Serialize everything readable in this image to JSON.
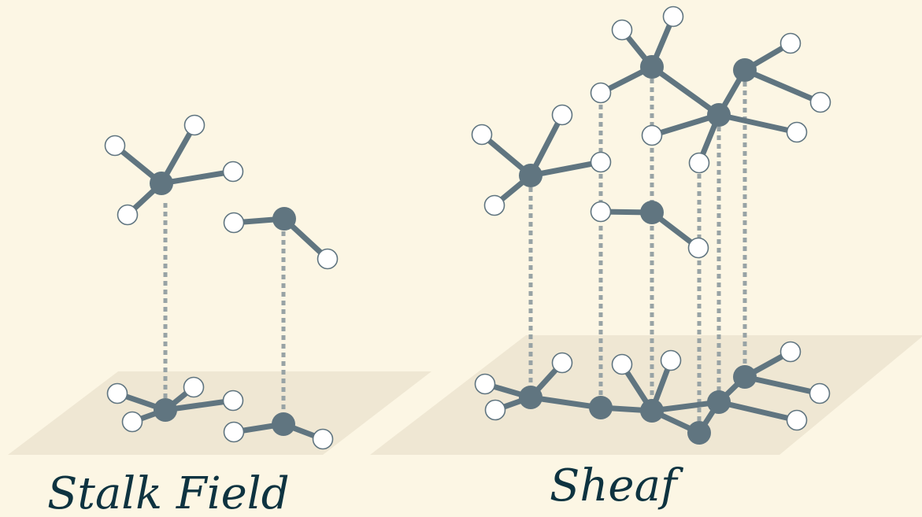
{
  "captions": {
    "left": "Stalk Field",
    "right": "Sheaf"
  },
  "colors": {
    "background": "#fcf6e4",
    "plane": "#efe7d3",
    "hub": "#607580",
    "leaf": "#ffffff",
    "dashed_link": "#98a3a5",
    "caption": "#0e3340"
  },
  "diagrams": [
    {
      "id": "stalk-field",
      "stalks": 2,
      "dashed_links": 2
    },
    {
      "id": "sheaf",
      "stalks": 4,
      "dashed_links": 7
    }
  ]
}
